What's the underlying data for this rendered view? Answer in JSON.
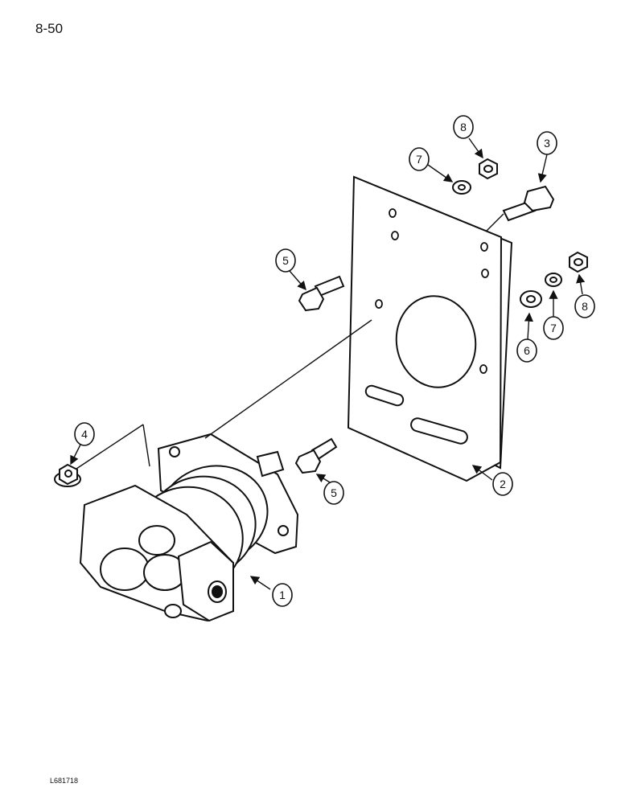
{
  "page": {
    "page_number": "8-50",
    "figure_code": "L681718"
  },
  "callouts": [
    "1",
    "2",
    "3",
    "4",
    "5",
    "5",
    "6",
    "7",
    "7",
    "8",
    "8"
  ],
  "parts": [
    {
      "key": "1",
      "name": "hydraulic-pump"
    },
    {
      "key": "2",
      "name": "mounting-plate"
    },
    {
      "key": "3",
      "name": "bolt"
    },
    {
      "key": "4",
      "name": "flange-nut"
    },
    {
      "key": "5",
      "name": "bolt"
    },
    {
      "key": "6",
      "name": "flat-washer"
    },
    {
      "key": "7",
      "name": "lock-washer"
    },
    {
      "key": "8",
      "name": "nut"
    }
  ]
}
